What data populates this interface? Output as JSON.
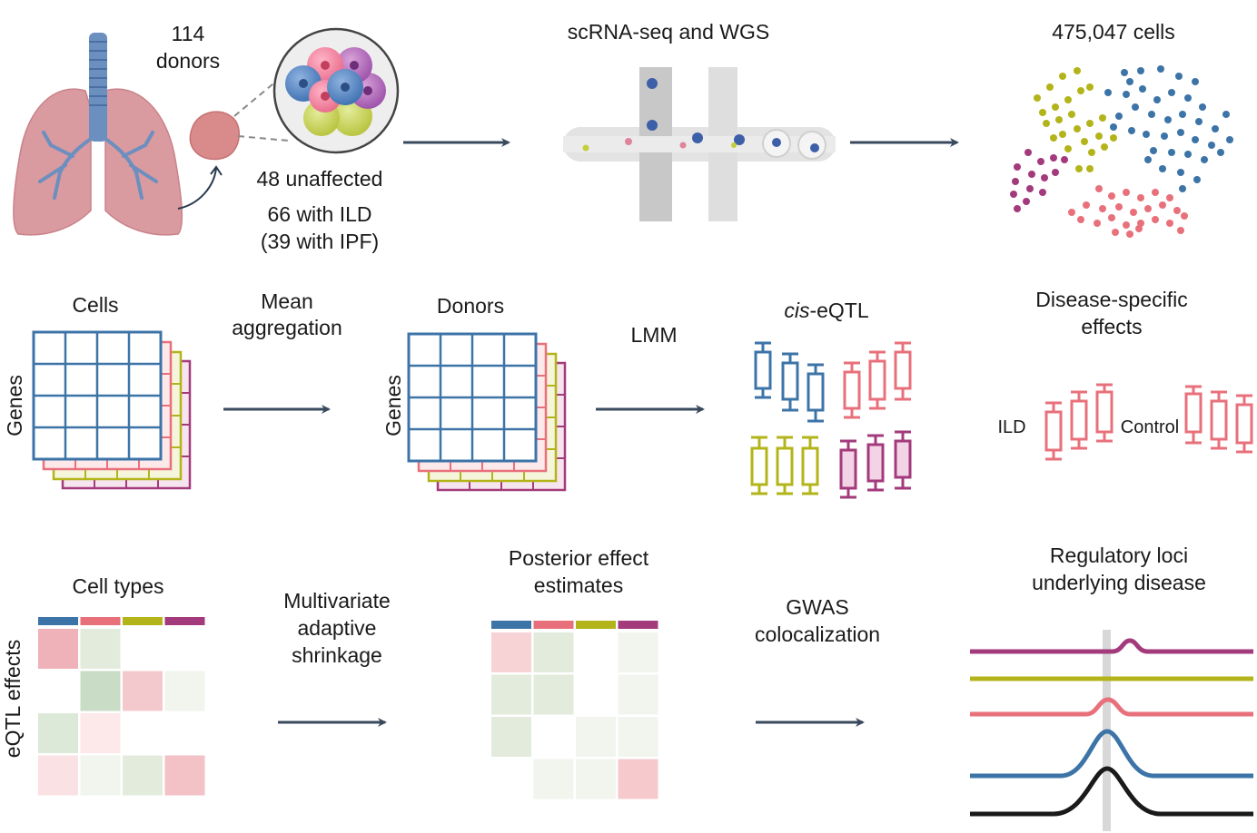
{
  "colors": {
    "blue": "#3d74a8",
    "pink": "#e8707b",
    "olive": "#b3b41a",
    "magenta": "#a33a7c",
    "black": "#1a1a1a",
    "arrow": "#3a4a5e",
    "lung": "#d99aa0",
    "trachea": "#6b8fbf"
  },
  "row1": {
    "donors_count": "114",
    "donors_word": "donors",
    "unaffected": "48 unaffected",
    "with_ild": "66 with ILD",
    "with_ipf": "(39 with IPF)",
    "seq_title": "scRNA-seq and WGS",
    "cells_count": "475,047 cells"
  },
  "row2": {
    "cells_label": "Cells",
    "genes_label_1": "Genes",
    "mean_agg_1": "Mean",
    "mean_agg_2": "aggregation",
    "donors_label": "Donors",
    "genes_label_2": "Genes",
    "lmm": "LMM",
    "ciseqtl_italic": "cis",
    "ciseqtl_rest": "-eQTL",
    "disease_1": "Disease-specific",
    "disease_2": "effects",
    "ild": "ILD",
    "control": "Control"
  },
  "row3": {
    "cell_types": "Cell types",
    "eqtl_effects": "eQTL effects",
    "mash_1": "Multivariate",
    "mash_2": "adaptive",
    "mash_3": "shrinkage",
    "posterior_1": "Posterior effect",
    "posterior_2": "estimates",
    "gwas_1": "GWAS",
    "gwas_2": "colocalization",
    "regulatory_1": "Regulatory loci",
    "regulatory_2": "underlying disease"
  },
  "icons": [
    "lung-icon",
    "tissue-icon",
    "cell-cluster-icon",
    "microfluidic-chip-icon",
    "umap-scatter-icon",
    "arrow-right-icon"
  ]
}
